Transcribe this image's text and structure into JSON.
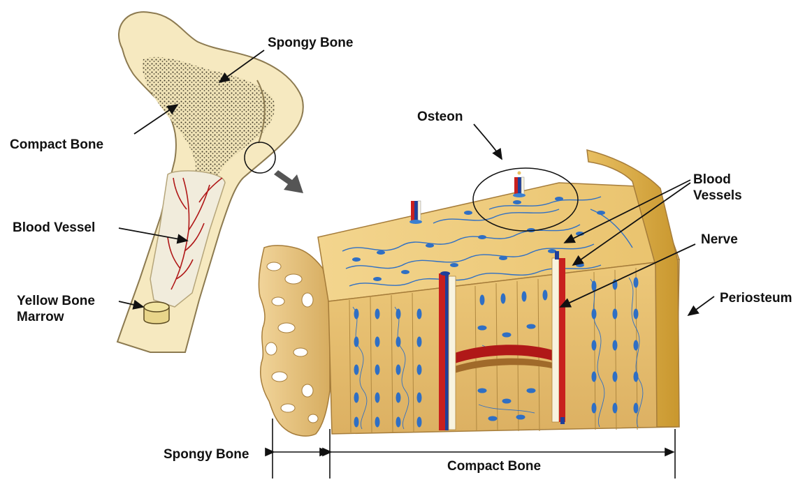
{
  "labels": {
    "spongy_bone_top": "Spongy Bone",
    "compact_bone_left": "Compact Bone",
    "blood_vessel": "Blood Vessel",
    "yellow_marrow_line1": "Yellow Bone",
    "yellow_marrow_line2": "Marrow",
    "osteon": "Osteon",
    "blood_vessels_line1": "Blood",
    "blood_vessels_line2": "Vessels",
    "nerve": "Nerve",
    "periosteum": "Periosteum",
    "spongy_bone_bottom": "Spongy Bone",
    "compact_bone_bottom": "Compact Bone"
  },
  "colors": {
    "bone_fill": "#f6e9c0",
    "bone_outline": "#8c7a50",
    "block_fill": "#e9c77c",
    "block_dark": "#c99a45",
    "canal_blue": "#3a7fd0",
    "vessel_red": "#c8201e",
    "vessel_blue": "#1f3f9a",
    "arrow_gray": "#555555"
  }
}
